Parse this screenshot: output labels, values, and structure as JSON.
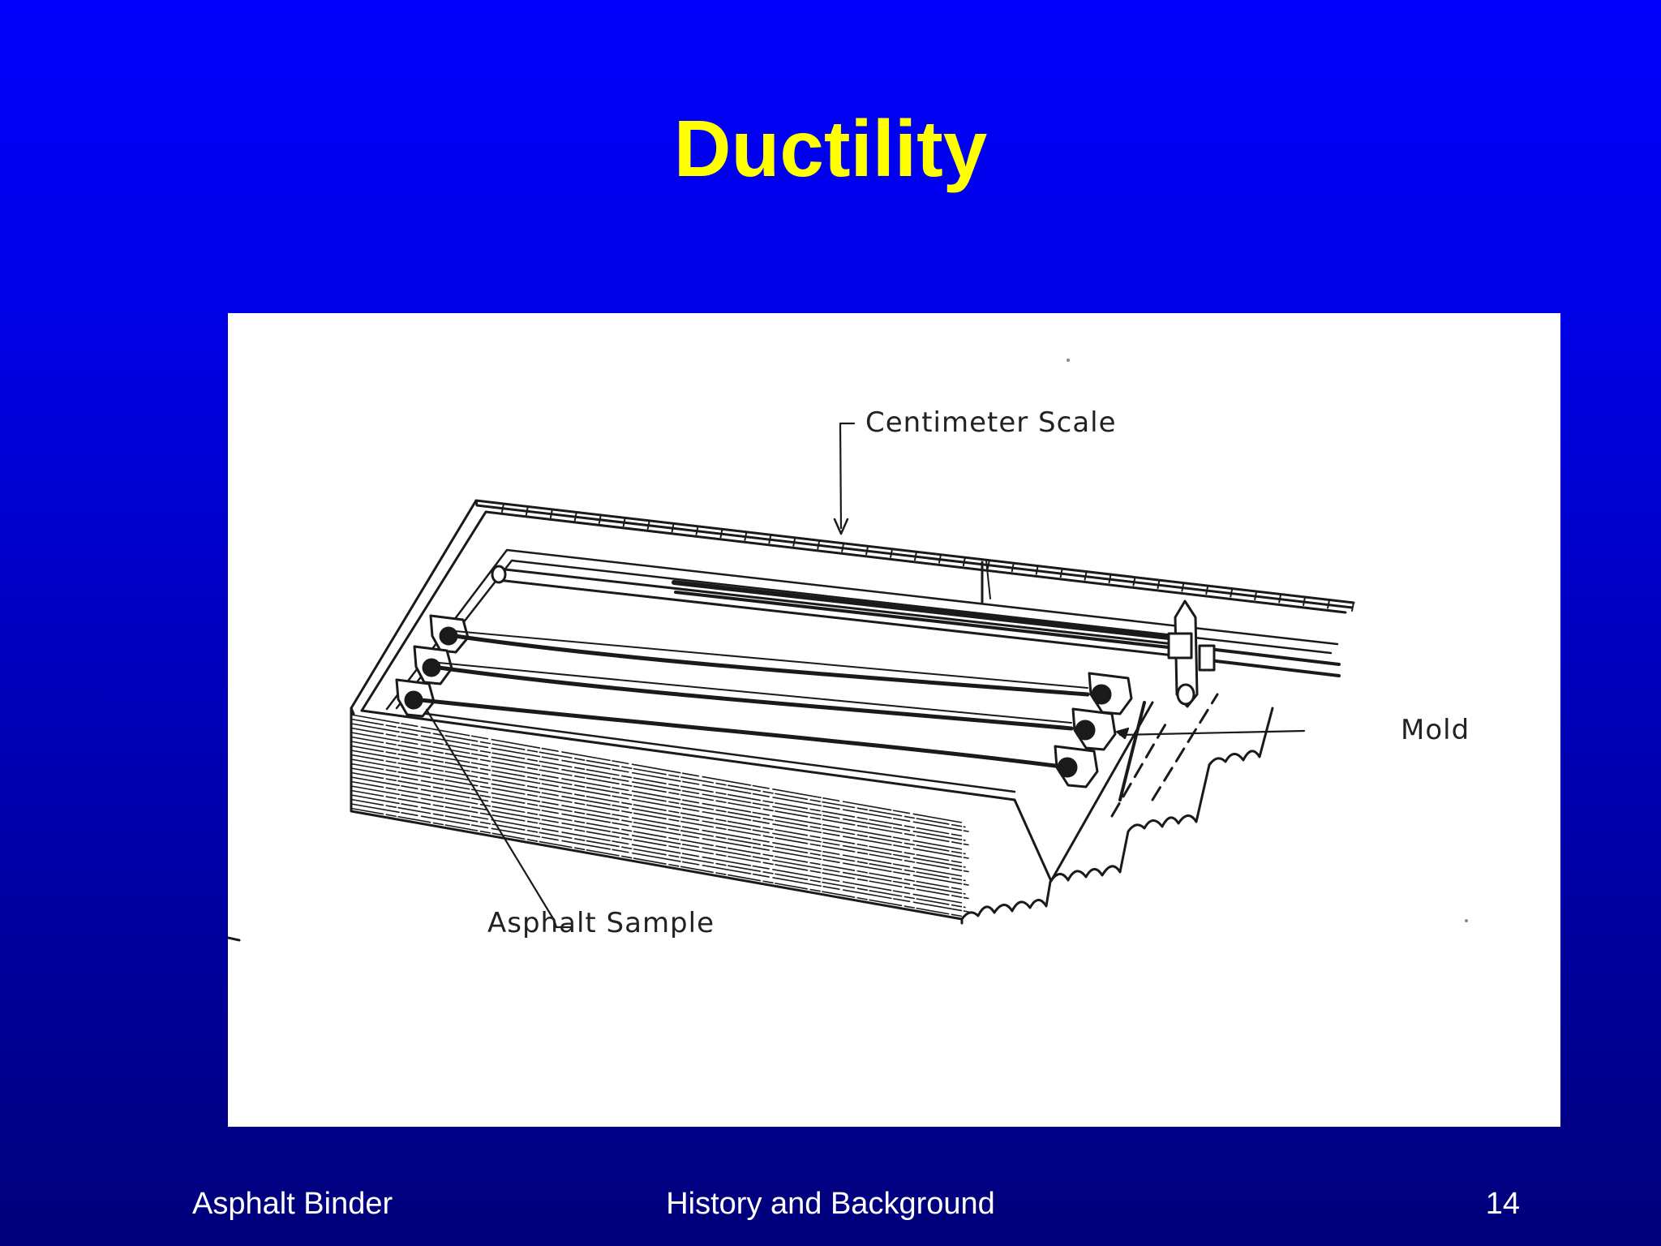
{
  "slide": {
    "title": "Ductility",
    "colors": {
      "background_top": "#0000fb",
      "background_bottom": "#00007a",
      "title": "#ffff00",
      "footer_text": "#ffffff",
      "figure_background": "#ffffff"
    }
  },
  "diagram": {
    "labels": {
      "scale": "Centimeter Scale",
      "mold": "Mold",
      "sample": "Asphalt Sample"
    }
  },
  "footer": {
    "left": "Asphalt Binder",
    "center": "History and Background",
    "page_number": "14"
  }
}
